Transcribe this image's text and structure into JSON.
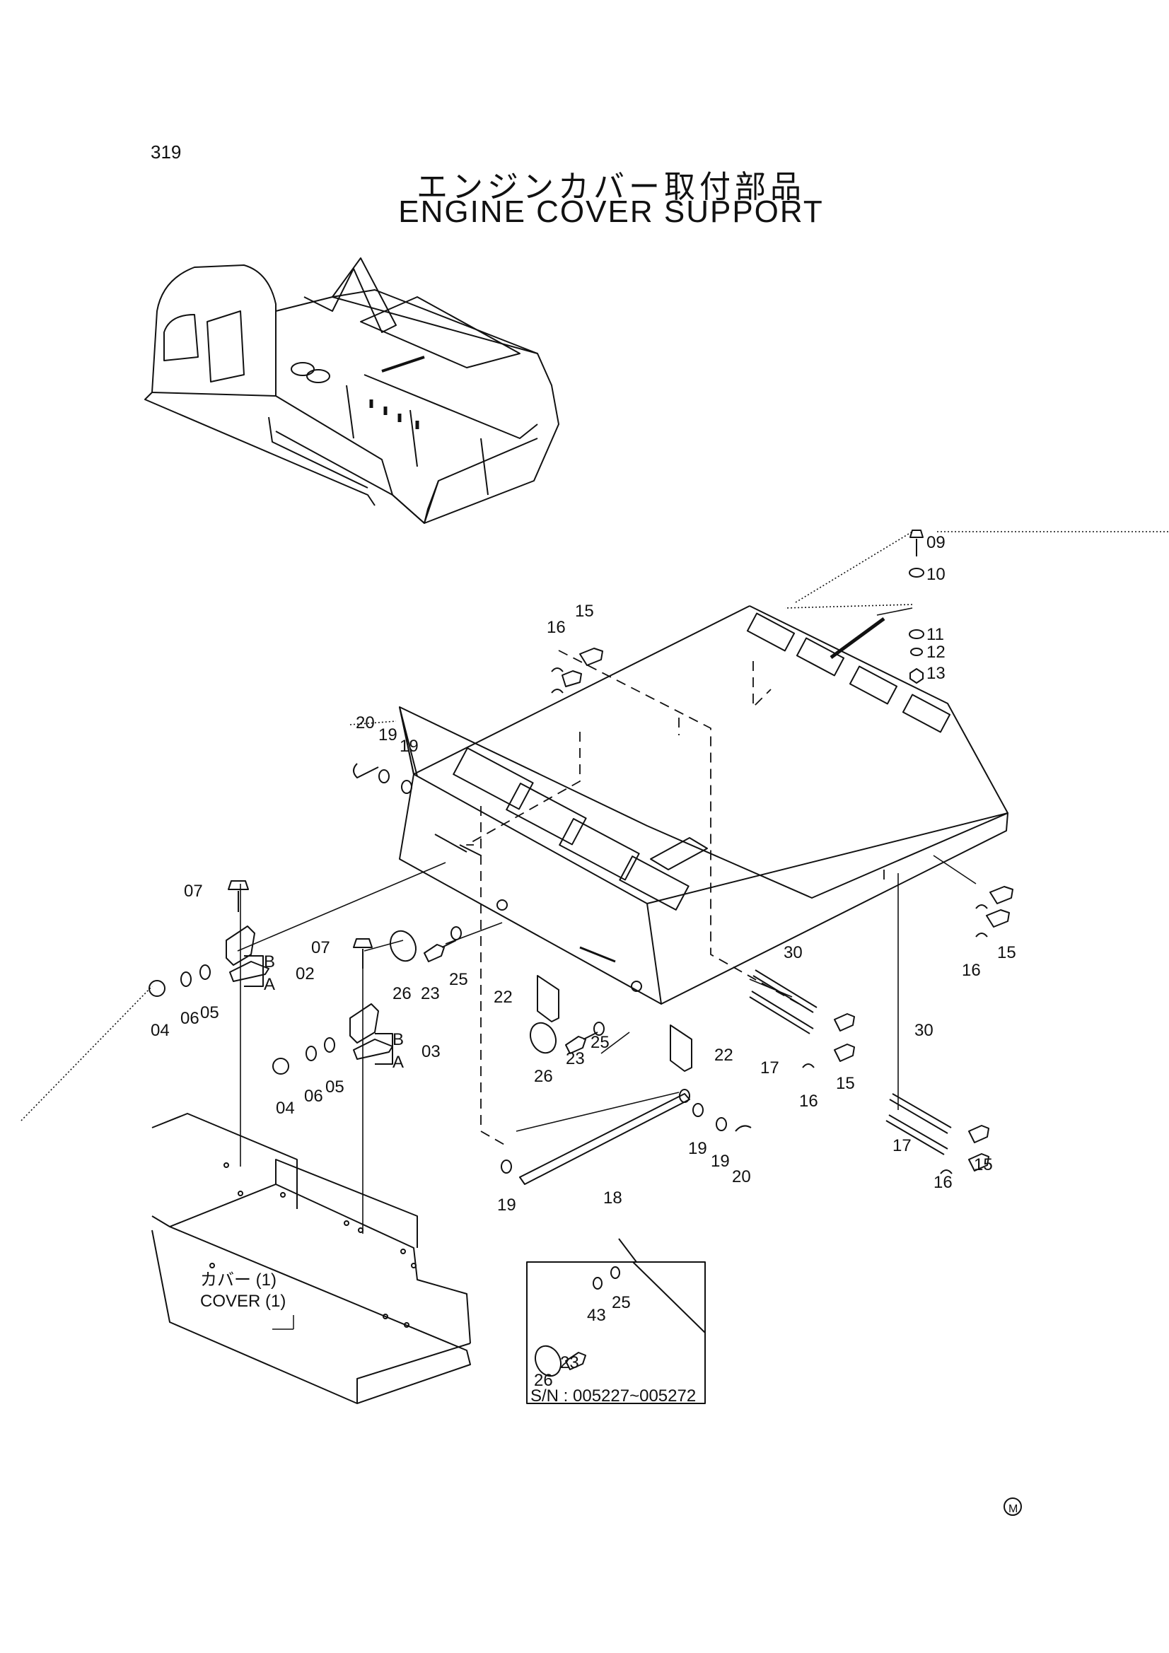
{
  "page_number": "319",
  "title_jp": "エンジンカバー取付部品",
  "title_en": "ENGINE COVER SUPPORT",
  "inset_serial": "S/N : 005227~005272",
  "cover_label_jp": "カバー (1)",
  "cover_label_en": "COVER (1)",
  "mark_symbol": "M",
  "bracket_codes": {
    "b": "B",
    "a": "A"
  },
  "parts": {
    "p02": "02",
    "p03": "03",
    "p04": "04",
    "p05": "05",
    "p06": "06",
    "p07": "07",
    "p09": "09",
    "p10": "10",
    "p11": "11",
    "p12": "12",
    "p13": "13",
    "p15": "15",
    "p16": "16",
    "p17": "17",
    "p18": "18",
    "p19": "19",
    "p20": "20",
    "p22": "22",
    "p23": "23",
    "p25": "25",
    "p26": "26",
    "p30": "30",
    "p43": "43"
  }
}
